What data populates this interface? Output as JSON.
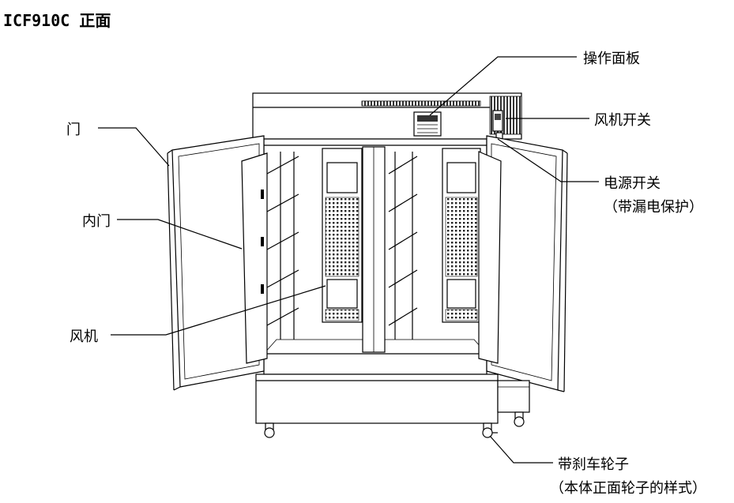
{
  "title": "ICF910C 正面",
  "labels": {
    "door": "门",
    "inner_door": "内门",
    "fan": "风机",
    "control_panel": "操作面板",
    "fan_switch": "风机开关",
    "power_switch": "电源开关",
    "power_switch_note": "（带漏电保护）",
    "caster": "带刹车轮子",
    "caster_note": "（本体正面轮子的样式）"
  }
}
